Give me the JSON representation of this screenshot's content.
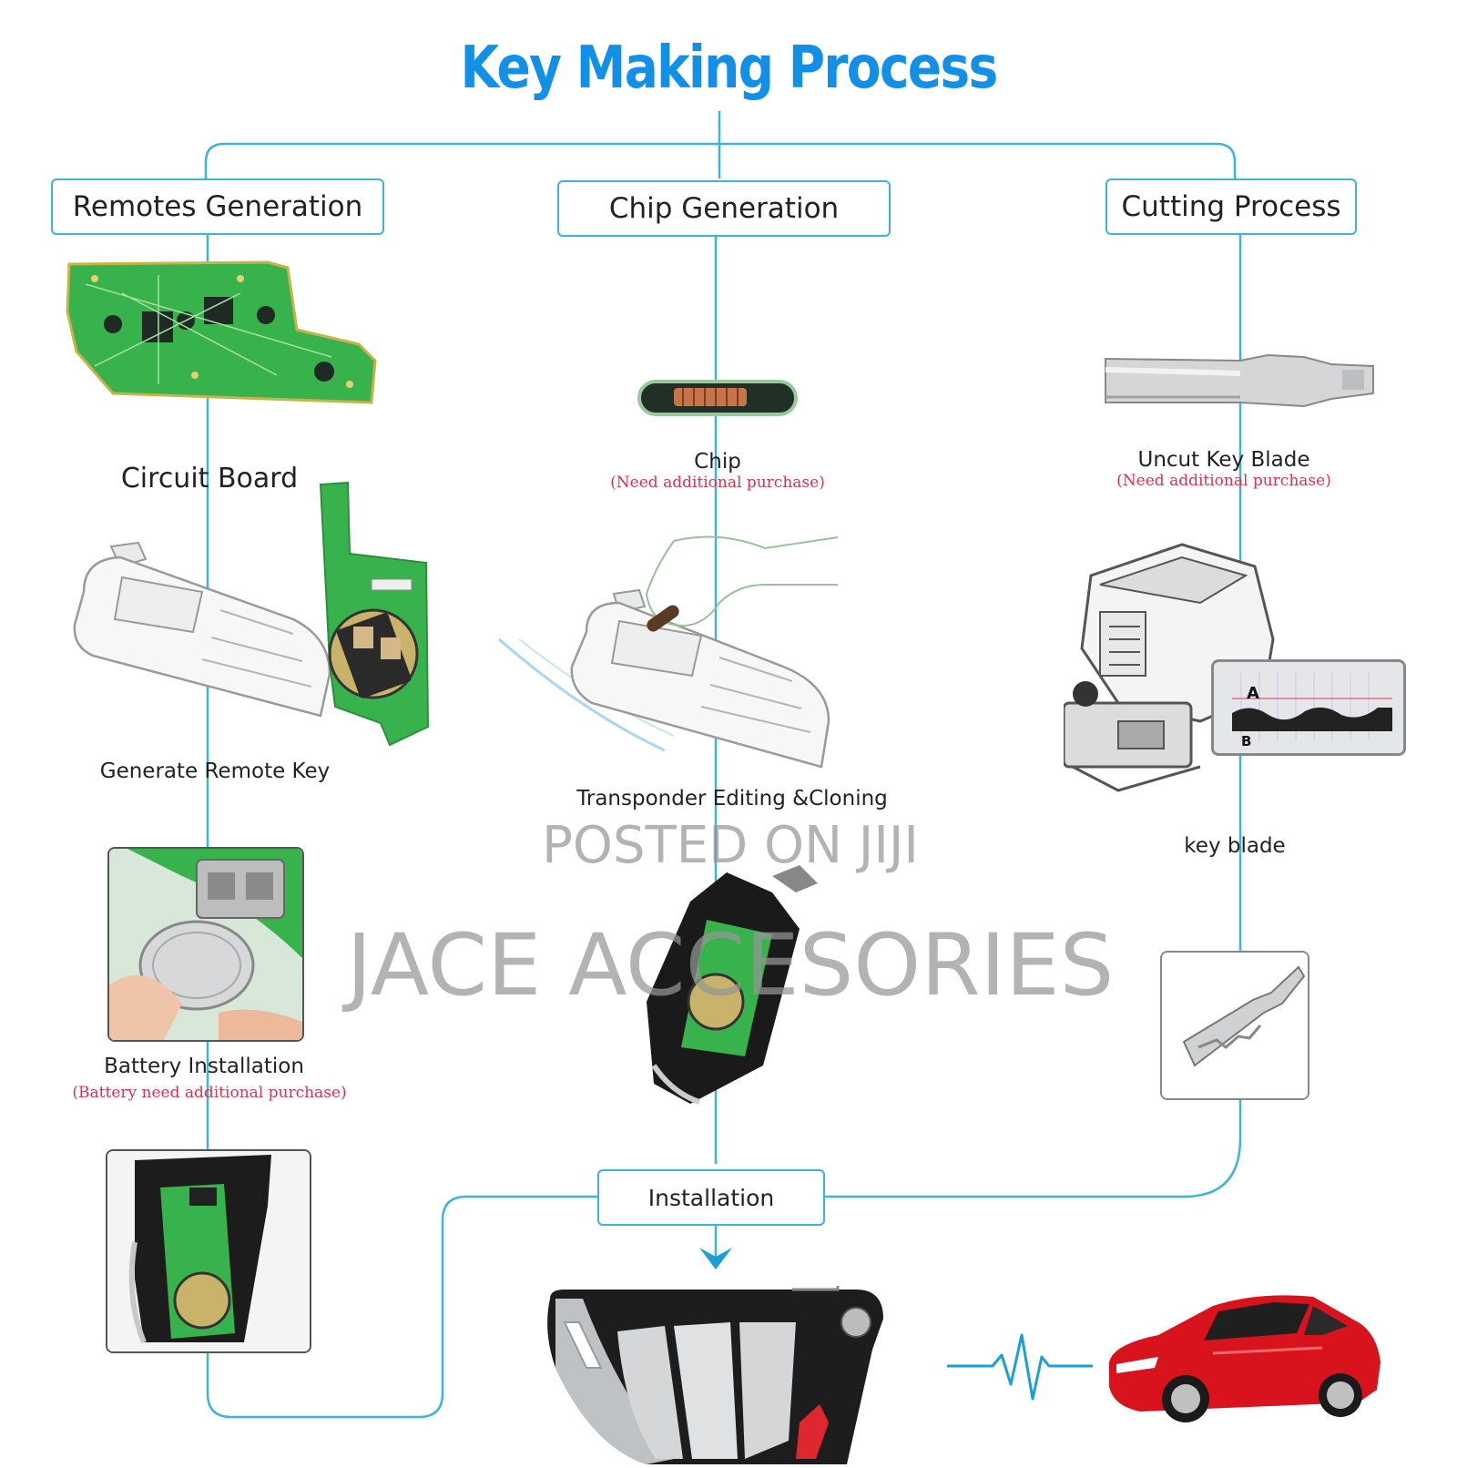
{
  "title": "Key Making Process",
  "columns": {
    "remotes": {
      "header": "Remotes Generation",
      "steps": [
        "Circuit Board",
        "Generate Remote Key",
        "Battery Installation"
      ],
      "battery_note": "(Battery need additional purchase)"
    },
    "chip": {
      "header": "Chip Generation",
      "chip_label": "Chip",
      "chip_note": "(Need additional purchase)",
      "transponder_label": "Transponder Editing &Cloning"
    },
    "cutting": {
      "header": "Cutting Process",
      "blade_label": "Uncut Key  Blade",
      "blade_note": "(Need additional purchase)",
      "key_blade_label": "key blade",
      "profile_marks": {
        "a": "A",
        "b": "B"
      }
    }
  },
  "installation": {
    "label": "Installation"
  },
  "watermarks": {
    "line1": "POSTED ON JIJI",
    "line2": "JACE ACCESORIES"
  },
  "colors": {
    "title": "#1290e8",
    "connector": "#3cb4de",
    "note": "#e23048",
    "pcb": "#33b34a",
    "car": "#d9131d"
  },
  "icons": [
    "circuit-board-icon",
    "remote-programmer-icon",
    "transponder-chip-icon",
    "key-blade-icon",
    "key-cutting-machine-icon",
    "flip-key-icon",
    "car-icon",
    "heartbeat-signal-icon",
    "arrow-down-icon"
  ]
}
